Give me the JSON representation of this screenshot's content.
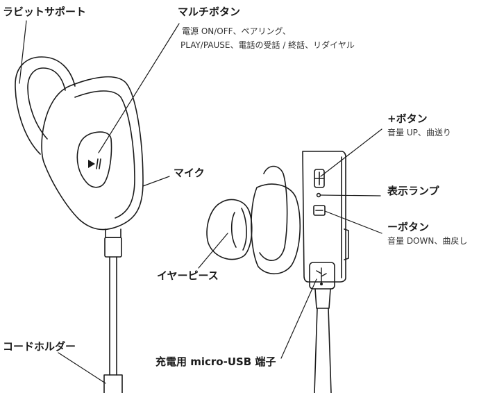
{
  "labels": {
    "rabbit_support": "ラビットサポート",
    "multi_button": {
      "title": "マルチボタン",
      "desc_line1": "電源 ON/OFF、ペアリング、",
      "desc_line2": "PLAY/PAUSE、電話の受話 / 終話、リダイヤル"
    },
    "plus_button": {
      "title": "+ボタン",
      "desc": "音量 UP、曲送り"
    },
    "mic": "マイク",
    "indicator_lamp": "表示ランプ",
    "minus_button": {
      "title": "ーボタン",
      "desc": "音量 DOWN、曲戻し"
    },
    "ear_piece": "イヤーピース",
    "cord_holder": "コードホルダー",
    "usb_port": "充電用 micro-USB 端子"
  },
  "icons": {
    "play_pause": "play-pause-icon",
    "plus": "plus-icon",
    "usb": "usb-icon"
  },
  "colors": {
    "line": "#1a1a1a",
    "background": "#ffffff"
  }
}
